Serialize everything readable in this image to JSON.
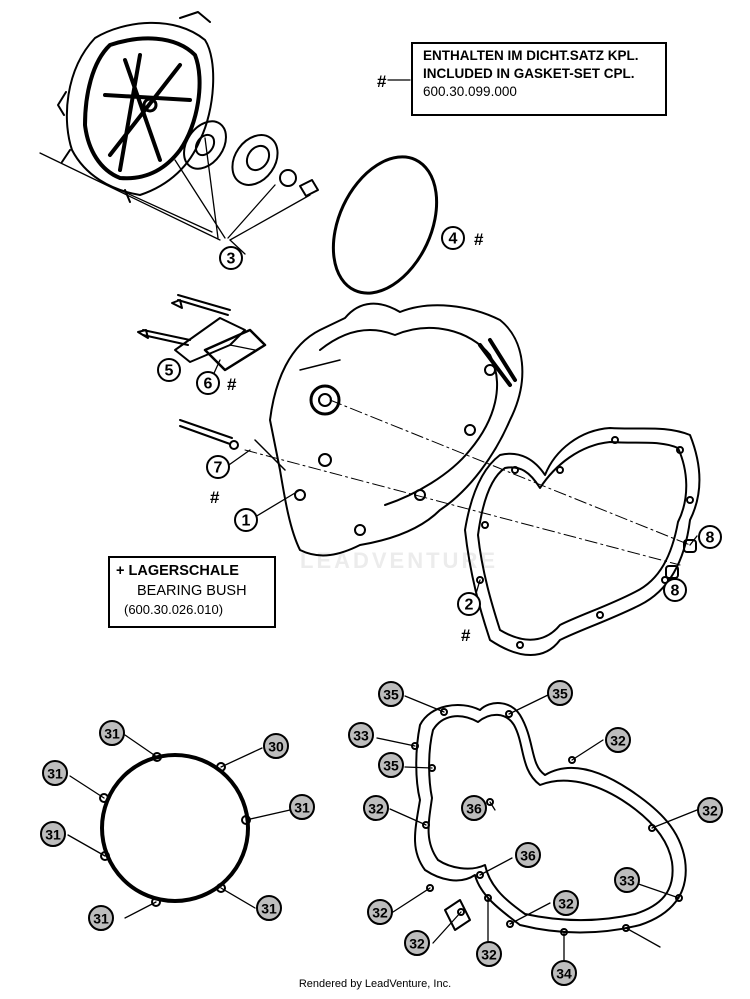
{
  "gasket_set_note": {
    "hash": "#",
    "line1": "ENTHALTEN IM DICHT.SATZ KPL.",
    "line2": "INCLUDED IN GASKET-SET CPL.",
    "part_no": "600.30.099.000"
  },
  "bearing_note": {
    "line1": "+ LAGERSCHALE",
    "line2": "BEARING BUSH",
    "part_no": "(600.30.026.010)"
  },
  "hash_marks": [
    "#",
    "#",
    "#",
    "#"
  ],
  "callouts": {
    "c1": "1",
    "c2": "2",
    "c3": "3",
    "c4": "4",
    "c5": "5",
    "c6": "6",
    "c7": "7",
    "c8a": "8",
    "c8b": "8"
  },
  "lower_left_callouts": [
    "31",
    "30",
    "31",
    "31",
    "31",
    "31",
    "31"
  ],
  "lower_right_callouts": [
    "35",
    "35",
    "33",
    "35",
    "36",
    "32",
    "32",
    "32",
    "36",
    "32",
    "32",
    "32",
    "32",
    "33",
    "34"
  ],
  "watermark": "LEADVENTURE",
  "footer": "Rendered by LeadVenture, Inc."
}
